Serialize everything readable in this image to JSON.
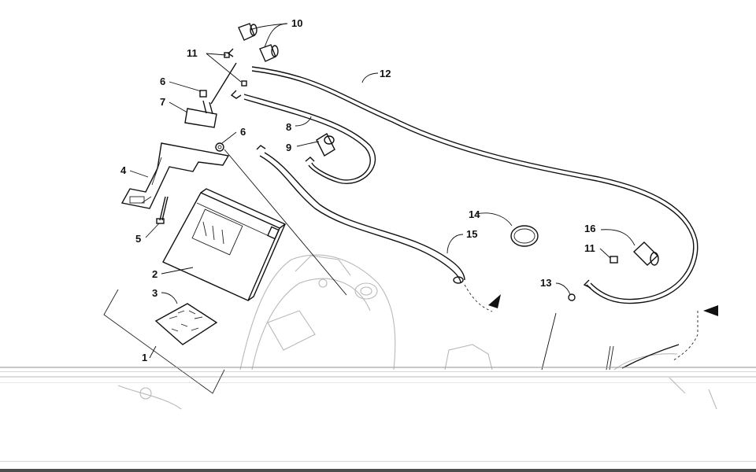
{
  "callouts": [
    {
      "id": "c1",
      "text": "1"
    },
    {
      "id": "c2",
      "text": "2"
    },
    {
      "id": "c3",
      "text": "3"
    },
    {
      "id": "c4",
      "text": "4"
    },
    {
      "id": "c5",
      "text": "5"
    },
    {
      "id": "c6a",
      "text": "6"
    },
    {
      "id": "c6b",
      "text": "6"
    },
    {
      "id": "c7",
      "text": "7"
    },
    {
      "id": "c8",
      "text": "8"
    },
    {
      "id": "c9",
      "text": "9"
    },
    {
      "id": "c10",
      "text": "10"
    },
    {
      "id": "c11a",
      "text": "11"
    },
    {
      "id": "c11b",
      "text": "11"
    },
    {
      "id": "c12",
      "text": "12"
    },
    {
      "id": "c13",
      "text": "13"
    },
    {
      "id": "c14",
      "text": "14"
    },
    {
      "id": "c15",
      "text": "15"
    },
    {
      "id": "c16",
      "text": "16"
    }
  ],
  "colors": {
    "line": "#111111",
    "ghost": "#b9b9b9",
    "background": "#ffffff"
  }
}
